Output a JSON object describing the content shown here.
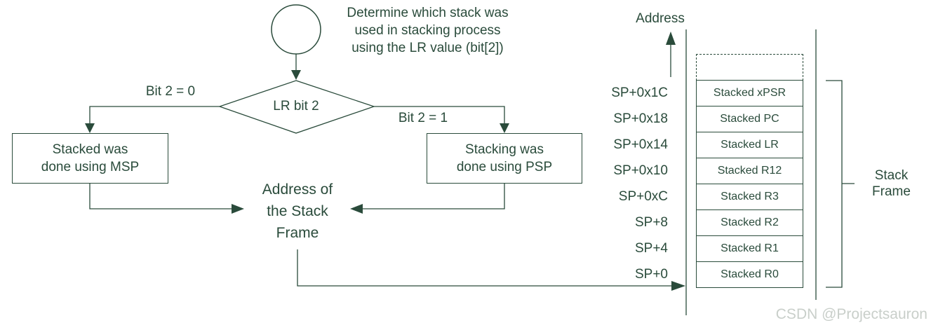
{
  "colors": {
    "line": "#2a4b3b",
    "watermark": "#c9cfca"
  },
  "flowchart": {
    "note": "Determine which stack was\nused in stacking process\nusing the LR value (bit[2])",
    "decision_label": "LR bit 2",
    "branch_left_label": "Bit 2 = 0",
    "branch_right_label": "Bit 2 = 1",
    "box_left": "Stacked was\ndone using MSP",
    "box_right": "Stacking was\ndone using PSP",
    "result_label": "Address of\nthe Stack\nFrame"
  },
  "stack": {
    "axis_label": "Address",
    "rows": [
      {
        "offset": "SP+0x1C",
        "value": "Stacked xPSR"
      },
      {
        "offset": "SP+0x18",
        "value": "Stacked PC"
      },
      {
        "offset": "SP+0x14",
        "value": "Stacked LR"
      },
      {
        "offset": "SP+0x10",
        "value": "Stacked R12"
      },
      {
        "offset": "SP+0xC",
        "value": "Stacked R3"
      },
      {
        "offset": "SP+8",
        "value": "Stacked R2"
      },
      {
        "offset": "SP+4",
        "value": "Stacked R1"
      },
      {
        "offset": "SP+0",
        "value": "Stacked R0"
      }
    ],
    "frame_label": "Stack\nFrame"
  },
  "watermark": "CSDN @Projectsauron"
}
